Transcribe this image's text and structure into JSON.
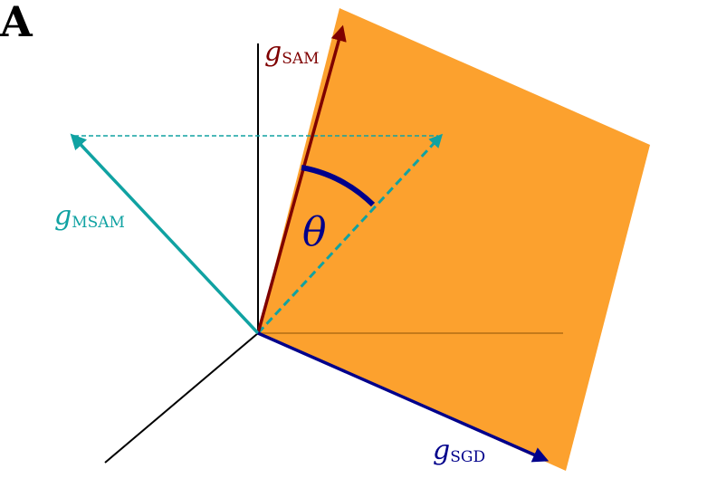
{
  "panel_label": "A",
  "colors": {
    "plane": "#fca12e",
    "axes": "#000000",
    "plane_axis": "#c47a1a",
    "sam": "#7f0000",
    "msam": "#10a2a2",
    "sgd": "#00008b",
    "theta": "#00008b",
    "background": "#ffffff"
  },
  "vectors": {
    "sam": {
      "symbol": "g",
      "subscript": "SAM"
    },
    "msam": {
      "symbol": "g",
      "subscript": "MSAM"
    },
    "sgd": {
      "symbol": "g",
      "subscript": "SGD"
    }
  },
  "angle_label": "θ"
}
